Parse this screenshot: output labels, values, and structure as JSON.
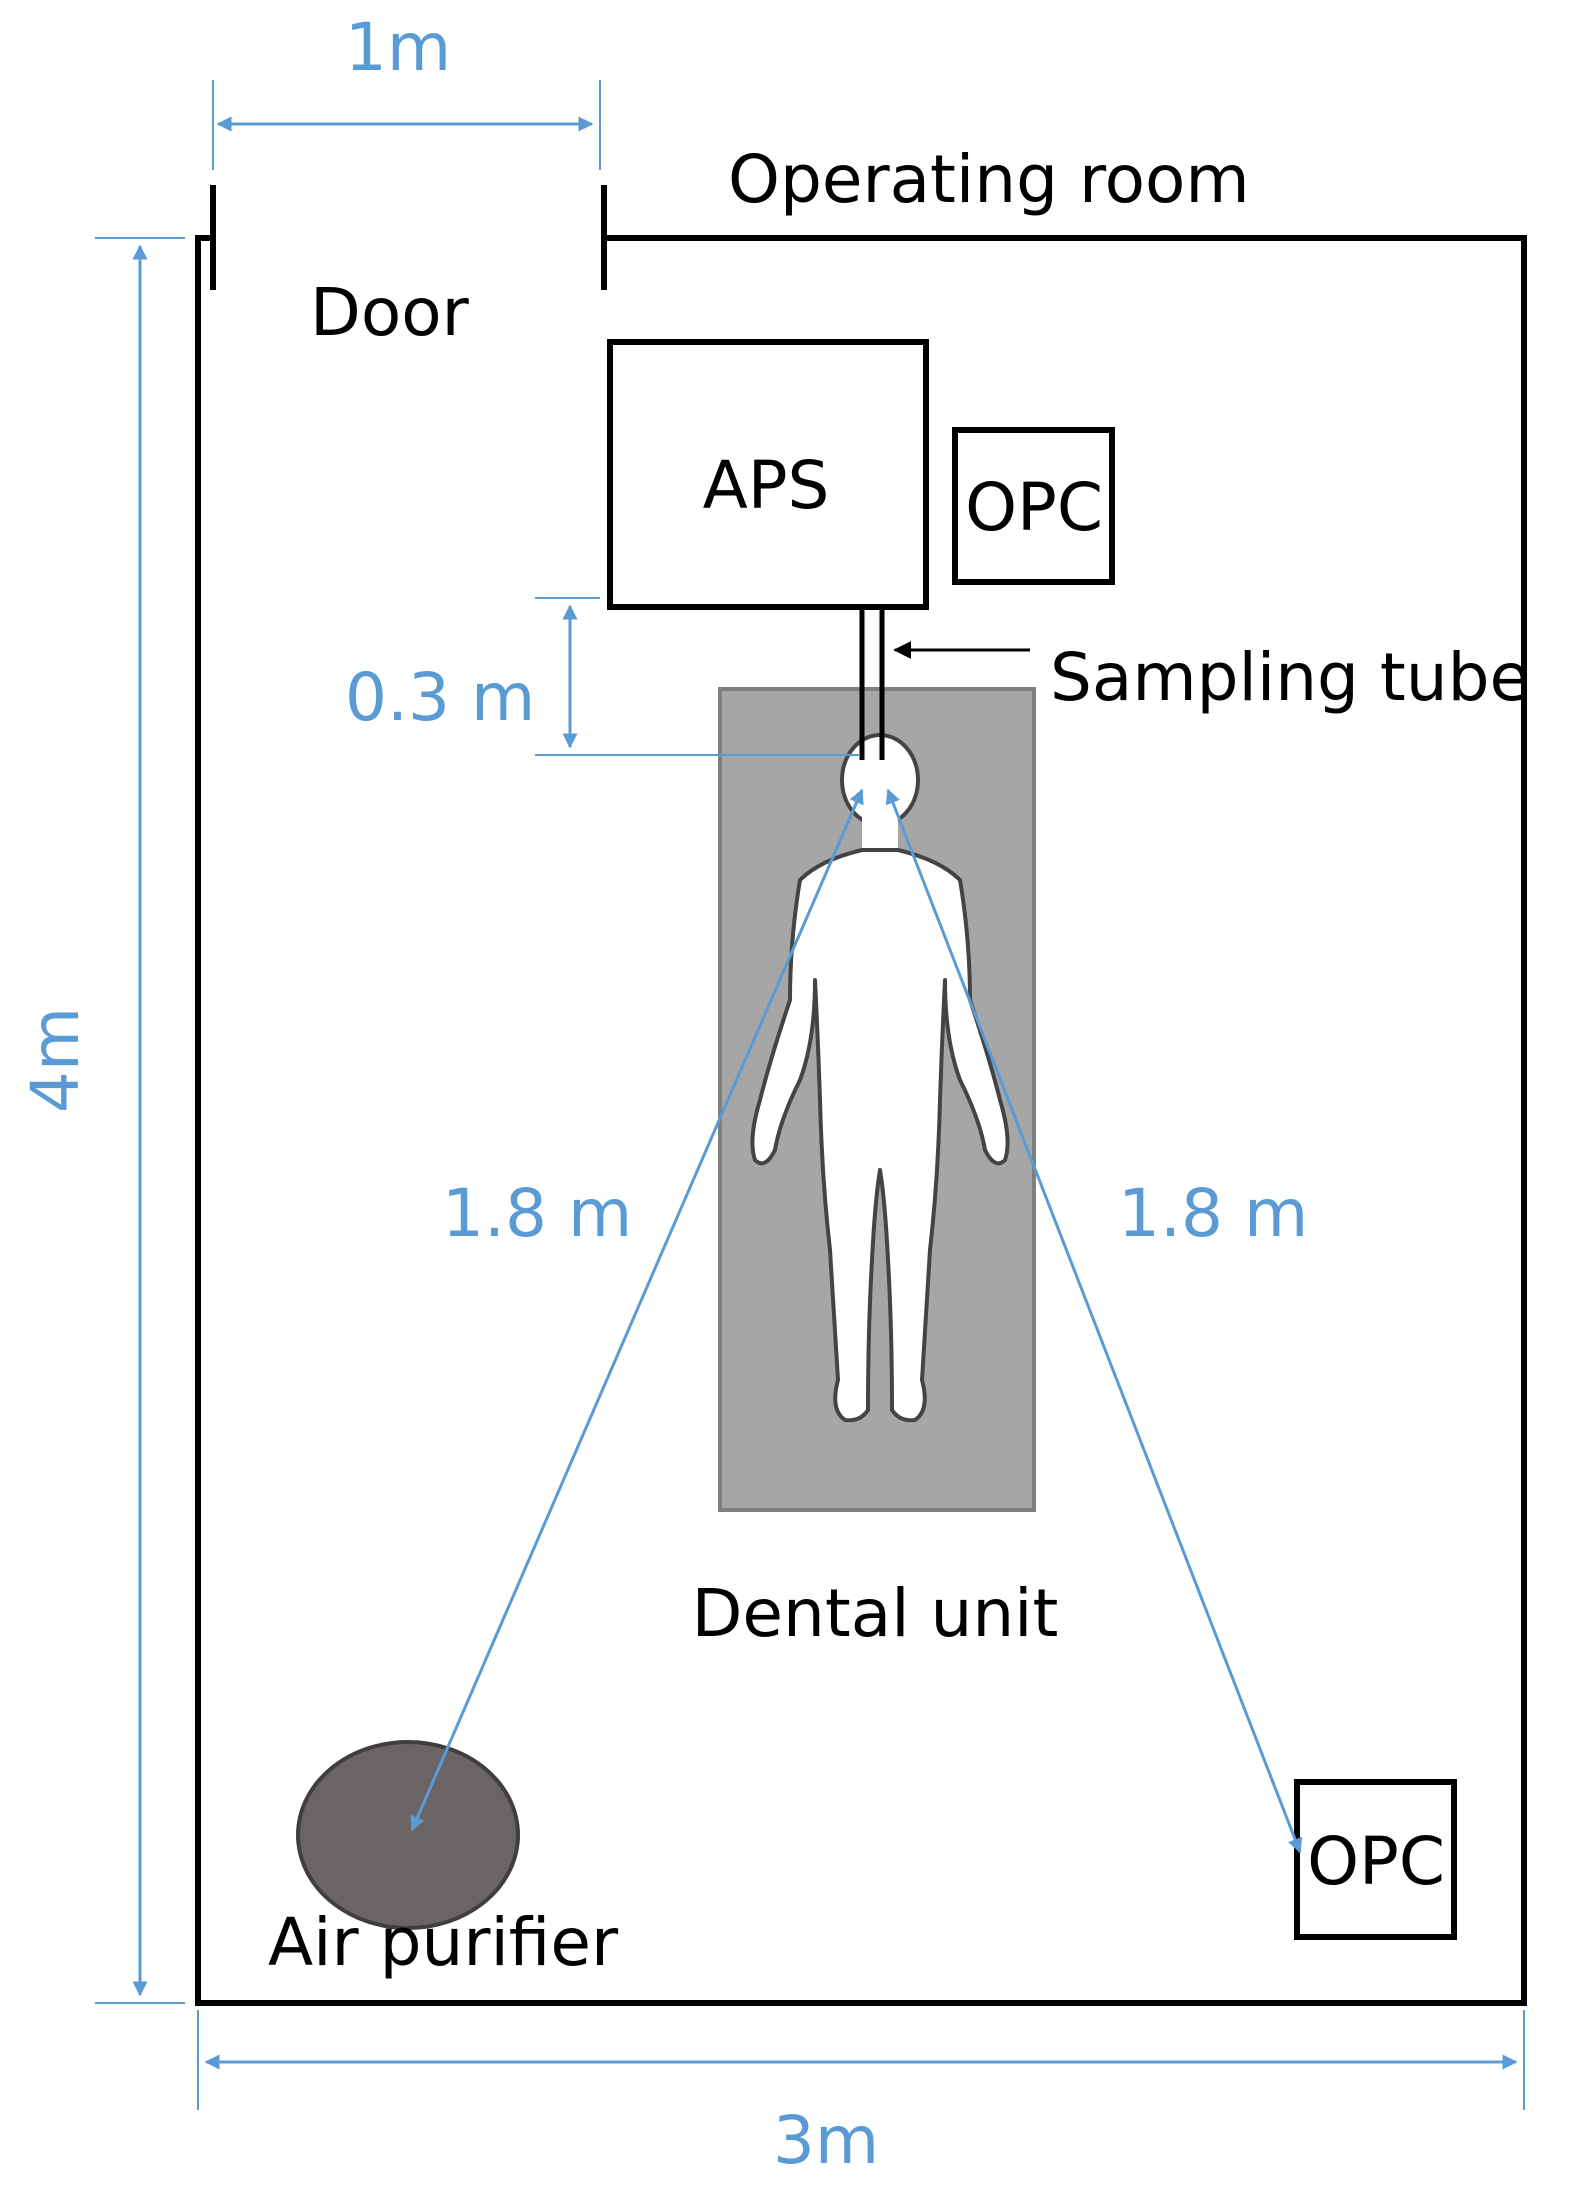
{
  "labels": {
    "room": "Operating room",
    "door": "Door",
    "aps": "APS",
    "opc_top": "OPC",
    "opc_bottom": "OPC",
    "sampling_tube": "Sampling tube",
    "dental_unit": "Dental unit",
    "air_purifier": "Air purifier"
  },
  "dimensions": {
    "door_width": "1m",
    "room_height": "4m",
    "room_width": "3m",
    "tube_gap": "0.3 m",
    "dist_purifier": "1.8 m",
    "dist_opc": "1.8 m"
  },
  "colors": {
    "dimension_blue": "#5b9bd5",
    "outline": "#000000",
    "dental_unit_fill": "#a6a6a6",
    "purifier_fill": "#6b6464"
  },
  "icons": {
    "patient": "human-figure-icon"
  }
}
